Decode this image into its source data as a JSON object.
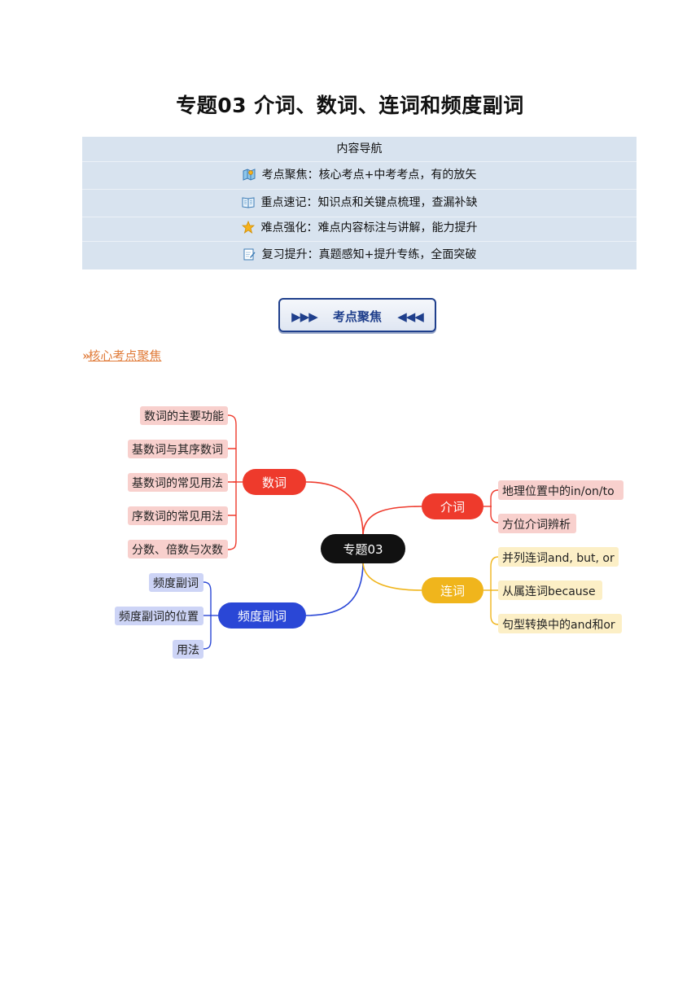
{
  "title": "专题03  介词、数词、连词和频度副词",
  "nav": {
    "header": "内容导航",
    "rows": [
      {
        "icon": "map-icon",
        "text": "考点聚焦：核心考点+中考考点，有的放矢"
      },
      {
        "icon": "book-icon",
        "text": "重点速记：知识点和关键点梳理，查漏补缺"
      },
      {
        "icon": "star-icon",
        "text": "难点强化：难点内容标注与讲解，能力提升"
      },
      {
        "icon": "notepad-icon",
        "text": "复习提升：真题感知+提升专练，全面突破"
      }
    ]
  },
  "section_button": {
    "label": "考点聚焦",
    "left_arrows": "▶▶▶",
    "right_arrows": "◀◀◀"
  },
  "subheading": {
    "marker": "»",
    "text": "核心考点聚焦"
  },
  "mindmap": {
    "center": "专题03",
    "branches": {
      "numerals": {
        "label": "数词",
        "color": "#ee3a2c",
        "leaves": [
          "数词的主要功能",
          "基数词与其序数词",
          "基数词的常见用法",
          "序数词的常见用法",
          "分数、倍数与次数"
        ]
      },
      "frequency": {
        "label": "频度副词",
        "color": "#2a47d6",
        "leaves": [
          "频度副词",
          "频度副词的位置",
          "用法"
        ]
      },
      "prepositions": {
        "label": "介词",
        "color": "#ee3a2c",
        "leaves": [
          "地理位置中的in/on/to",
          "方位介词辨析"
        ]
      },
      "conjunctions": {
        "label": "连词",
        "color": "#f0b51c",
        "leaves": [
          "并列连词and, but, or",
          "从属连词because",
          "句型转换中的and和or"
        ]
      }
    }
  }
}
